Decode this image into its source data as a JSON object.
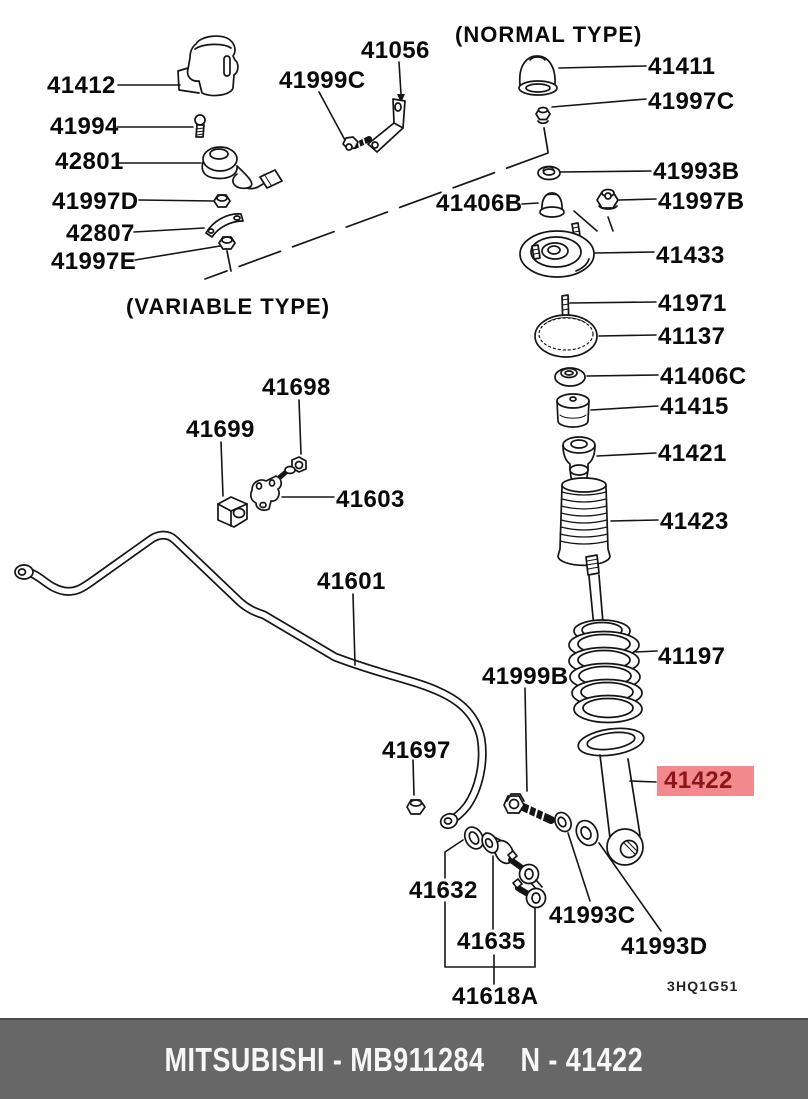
{
  "titles": {
    "normal": "(NORMAL TYPE)",
    "variable": "(VARIABLE TYPE)"
  },
  "part_labels": {
    "p41412": "41412",
    "p41994": "41994",
    "p42801": "42801",
    "p41997D": "41997D",
    "p42807": "42807",
    "p41997E": "41997E",
    "p41999C": "41999C",
    "p41056": "41056",
    "p41411": "41411",
    "p41997C": "41997C",
    "p41993B": "41993B",
    "p41406B": "41406B",
    "p41997B": "41997B",
    "p41433": "41433",
    "p41971": "41971",
    "p41137": "41137",
    "p41406C": "41406C",
    "p41415": "41415",
    "p41421": "41421",
    "p41423": "41423",
    "p41698": "41698",
    "p41699": "41699",
    "p41603": "41603",
    "p41601": "41601",
    "p41197": "41197",
    "p41999B": "41999B",
    "p41697": "41697",
    "p41632": "41632",
    "p41993C": "41993C",
    "p41635": "41635",
    "p41993D": "41993D",
    "p41618A": "41618A"
  },
  "highlight": {
    "part": "41422",
    "bg": "#F2898C",
    "fg": "#8C1518"
  },
  "drawing_code": "3HQ1G51",
  "footer": {
    "left": "MITSUBISHI - MB911284",
    "right": "N - 41422",
    "bg": "#676767",
    "fg": "#FFFFFF"
  }
}
